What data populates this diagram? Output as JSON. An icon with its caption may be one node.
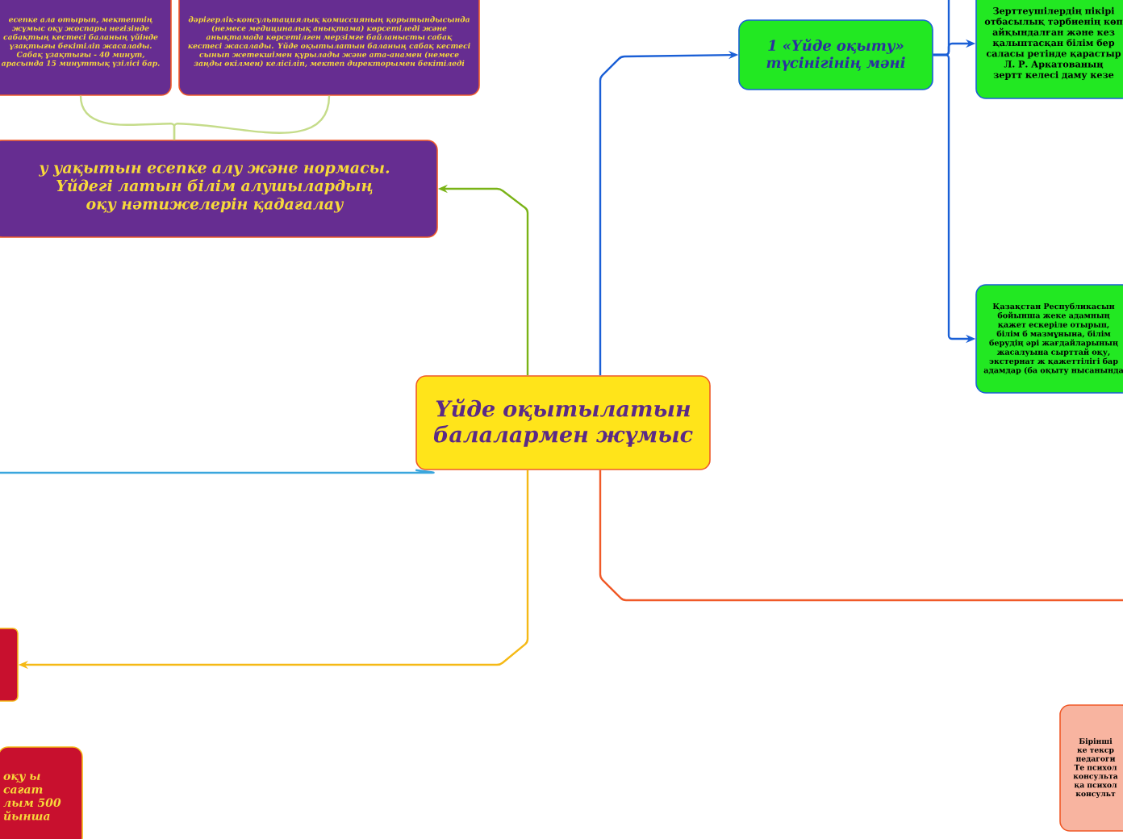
{
  "diagram": {
    "nodes": [
      {
        "text": [
          "Үйде оқытылатын балалармен жұмыс"
        ]
      },
      {
        "text": [
          "есепке ала отырып, мектептің жұмыс оқу жоспары негізінде сабақтың кестесі баланың үйінде ұзақтығы бекітіліп жасалады. Сабақ ұзақтығы - 40 минут, арасында 15 минуттық үзілісі бар."
        ]
      },
      {
        "text": [
          "дәрігерлік-консультациялық комиссияның қорытындысында (немесе медициналық анықтама) көрсетіледі және анықтамада көрсетілген мерзімге байланысты сабақ кестесі жасалады. Үйде оқытылатын баланың сабақ кестесі сынып жетекшімен құрылады және ата-анамен (немесе заңды өкілмен) келісіліп, мектеп директорымен бекітіледі"
        ]
      },
      {
        "text": [
          "у уақытын есепке алу және нормасы. Үйдегі латын білім алушылардың оқу нәтижелерін қадағалау"
        ]
      },
      {
        "text": [
          "1 «Үйде оқыту» түсінігінің мәні"
        ]
      },
      {
        "text": [
          "Зерттеушілердің пікірі отбасылық тәрбиенің көп айқындалған және кез қалыптасқан білім бер саласы ретінде қарастыр Л. Р. Аркатованың зертт келесі даму кезе"
        ]
      },
      {
        "text": [
          "Қазақстан Республикасын бойынша жеке адамның қажет ескеріле отырып, білім б мазмұнына, білім берудің әрі жағдайларының жасалуына сырттай оқу, экстернат ж қажеттілігі бар адамдар (ба оқыту нысанында"
        ]
      },
      {
        "text": [],
        "shape": "box"
      },
      {
        "text": [
          "оқу ы сағат лым 500 йынша"
        ]
      },
      {
        "text": [
          "Бірінші ке текср педагоги Те психол консульта қа психол консульт"
        ]
      }
    ],
    "edges": [
      {
        "from": 0,
        "to": 3,
        "arrow": "to",
        "color": "#7ab317"
      },
      {
        "from": 0,
        "to": 4,
        "arrow": "to",
        "color": "#1a5fd6"
      },
      {
        "from": 0,
        "to": 7,
        "arrow": "to",
        "color": "#f5b915"
      },
      {
        "from": 0,
        "to": null,
        "arrow": "none",
        "color": "#f05a28"
      },
      {
        "from": 0,
        "to": null,
        "arrow": "none",
        "color": "#3aa6dd"
      },
      {
        "from": 4,
        "to": 5,
        "arrow": "to",
        "color": "#1a5fd6"
      },
      {
        "from": 4,
        "to": 6,
        "arrow": "to",
        "color": "#1a5fd6"
      },
      {
        "from": 4,
        "to": null,
        "arrow": "none",
        "color": "#1a5fd6"
      },
      {
        "from": 3,
        "to": 1,
        "arrow": "none",
        "color": "#c5dc8a"
      },
      {
        "from": 3,
        "to": 2,
        "arrow": "none",
        "color": "#c5dc8a"
      }
    ]
  }
}
